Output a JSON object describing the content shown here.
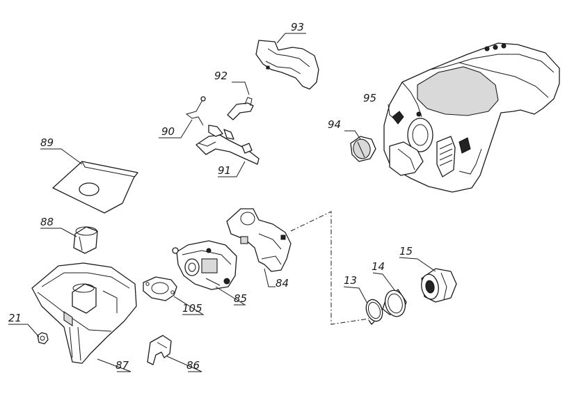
{
  "callouts": {
    "c93": "93",
    "c92": "92",
    "c95": "95",
    "c94": "94",
    "c89": "89",
    "c90": "90",
    "c91": "91",
    "c88": "88",
    "c84": "84",
    "c15": "15",
    "c14": "14",
    "c13": "13",
    "c85": "85",
    "c105": "105",
    "c21": "21",
    "c87": "87",
    "c86": "86"
  }
}
